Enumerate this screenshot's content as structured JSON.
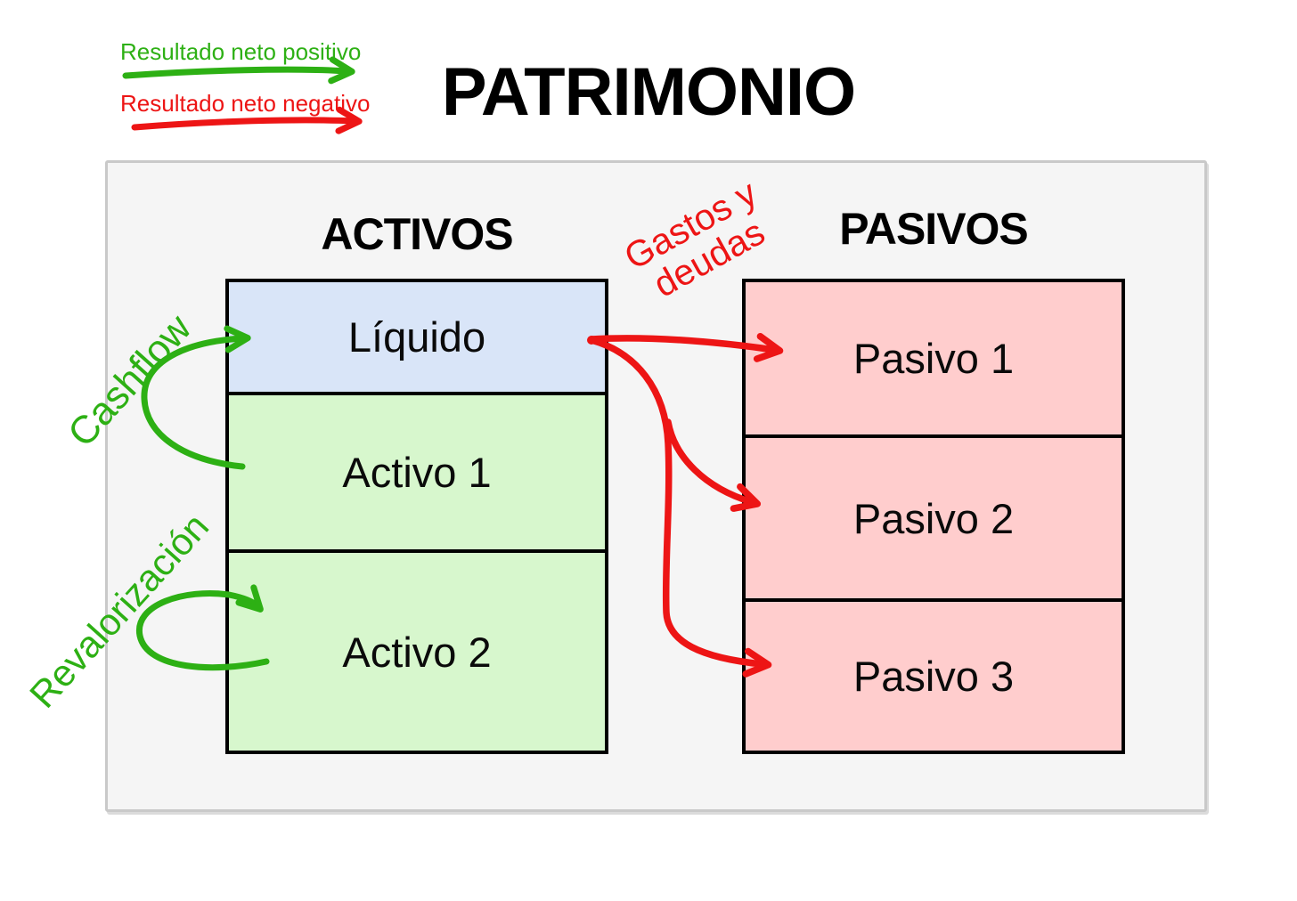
{
  "title": "PATRIMONIO",
  "legend": {
    "positive_label": "Resultado neto positivo",
    "negative_label": "Resultado neto negativo"
  },
  "columns": {
    "activos": {
      "heading": "ACTIVOS",
      "boxes": [
        {
          "label": "Líquido"
        },
        {
          "label": "Activo 1"
        },
        {
          "label": "Activo 2"
        }
      ]
    },
    "pasivos": {
      "heading": "PASIVOS",
      "boxes": [
        {
          "label": "Pasivo 1"
        },
        {
          "label": "Pasivo 2"
        },
        {
          "label": "Pasivo 3"
        }
      ]
    }
  },
  "annotations": {
    "cashflow": "Cashflow",
    "revalorizacion": "Revalorización",
    "gastos_line1": "Gastos y",
    "gastos_line2": "deudas"
  },
  "flows": [
    {
      "from": "Activo 1",
      "to": "Líquido",
      "type": "positive",
      "label": "Cashflow"
    },
    {
      "from": "Activo 2",
      "to": "Activo 2",
      "type": "positive",
      "label": "Revalorización"
    },
    {
      "from": "Líquido",
      "to": "Pasivo 1",
      "type": "negative",
      "label": "Gastos y deudas"
    },
    {
      "from": "Líquido",
      "to": "Pasivo 2",
      "type": "negative",
      "label": "Gastos y deudas"
    },
    {
      "from": "Líquido",
      "to": "Pasivo 3",
      "type": "negative",
      "label": "Gastos y deudas"
    }
  ],
  "colors": {
    "positive": "#2db014",
    "negative": "#ed1515",
    "liquid_fill": "#d9e5f8",
    "asset_fill": "#d7f7cd",
    "liability_fill": "#ffcdcd",
    "board_fill": "#f5f5f5",
    "board_border": "#c9c9c9",
    "box_border": "#000000",
    "title_color": "#000000"
  }
}
